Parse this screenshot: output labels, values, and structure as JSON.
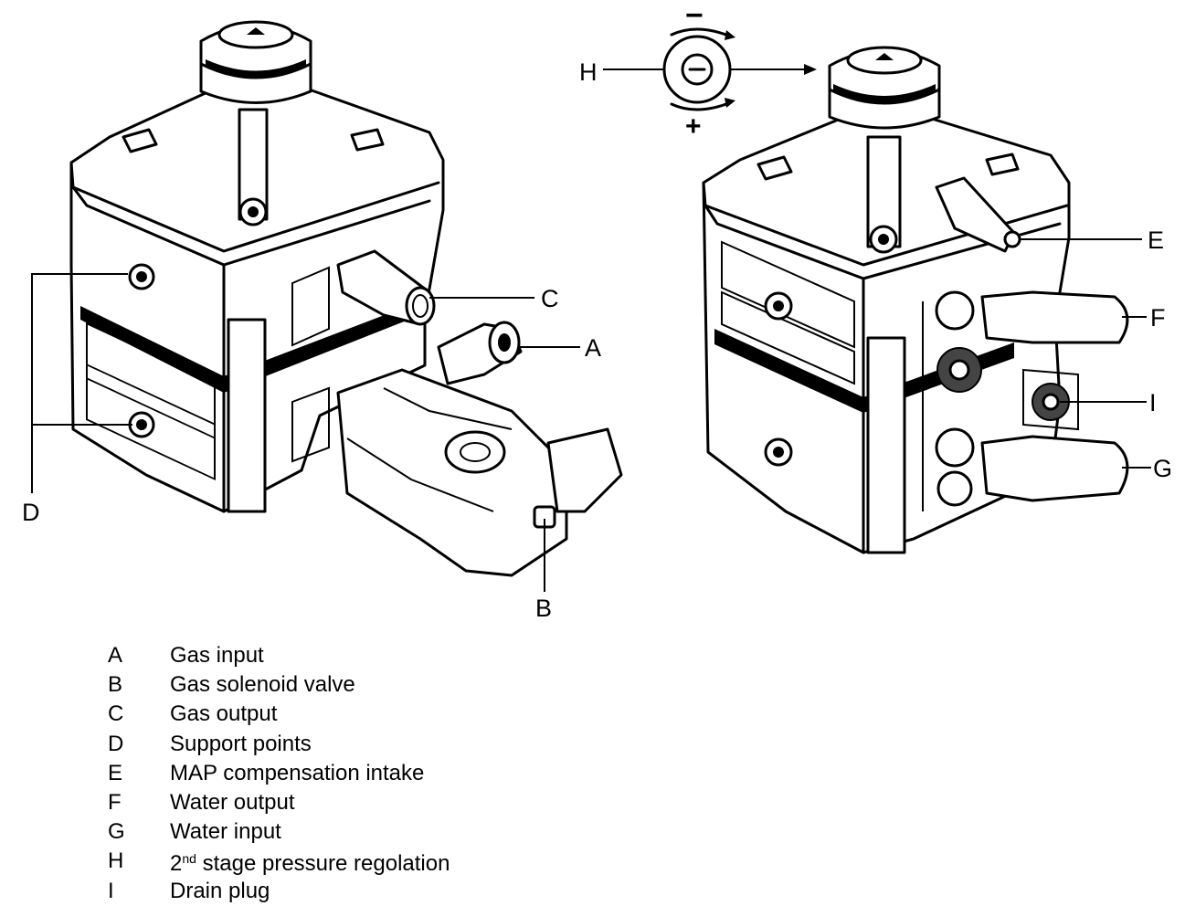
{
  "callouts": {
    "a": "A",
    "b": "B",
    "c": "C",
    "d": "D",
    "e": "E",
    "f": "F",
    "g": "G",
    "h": "H",
    "i": "I"
  },
  "adjuster": {
    "minus": "−",
    "plus": "+"
  },
  "legend": [
    {
      "key": "A",
      "desc": "Gas input"
    },
    {
      "key": "B",
      "desc": "Gas solenoid valve"
    },
    {
      "key": "C",
      "desc": "Gas output"
    },
    {
      "key": "D",
      "desc": "Support points"
    },
    {
      "key": "E",
      "desc": "MAP compensation intake"
    },
    {
      "key": "F",
      "desc": "Water output"
    },
    {
      "key": "G",
      "desc": "Water input"
    },
    {
      "key": "H",
      "desc_pre": "2",
      "desc_sup": "nd",
      "desc_post": " stage pressure regolation"
    },
    {
      "key": "I",
      "desc": "Drain plug"
    }
  ]
}
